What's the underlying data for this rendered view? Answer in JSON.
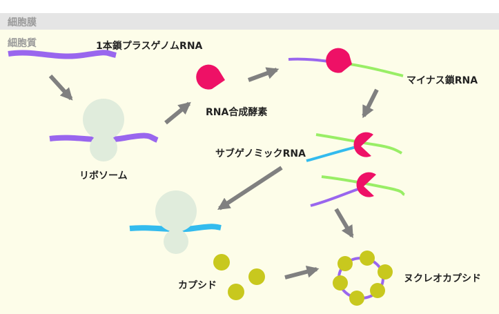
{
  "regions": {
    "membrane": "細胞膜",
    "cytoplasm": "細胞質"
  },
  "labels": {
    "genome": "1本鎖プラスゲノムRNA",
    "ribosome": "リボソーム",
    "rdrp": "RNA合成酵素",
    "minus_strand": "マイナス鎖RNA",
    "subgenomic": "サブゲノミックRNA",
    "capsid": "カプシド",
    "nucleocapsid": "ヌクレオカプシド"
  },
  "colors": {
    "membrane": "#e5e5e5",
    "cytoplasm": "#fdfde9",
    "plus_rna": "#9966ee",
    "minus_rna": "#99ee66",
    "subgenomic_rna": "#33bbee",
    "ribosome": "#e0ecdc",
    "enzyme": "#ee1166",
    "capsid": "#c8c81e",
    "arrow": "#808080"
  }
}
